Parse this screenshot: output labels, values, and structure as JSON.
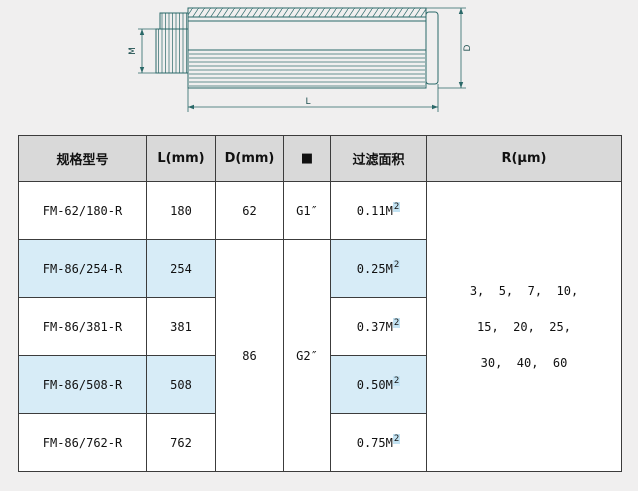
{
  "diagram": {
    "labels": {
      "m": "M",
      "d": "D",
      "l": "L"
    },
    "stroke_color": "#2a6868"
  },
  "table": {
    "headers": {
      "model": "规格型号",
      "length": "L(mm)",
      "diameter": "D(mm)",
      "thread": "■",
      "area": "过滤面积",
      "micron": "R(μm)"
    },
    "rows": [
      {
        "model": "FM-62/180-R",
        "length": "180",
        "area_base": "0.11M",
        "area_sup": "2"
      },
      {
        "model": "FM-86/254-R",
        "length": "254",
        "area_base": "0.25M",
        "area_sup": "2"
      },
      {
        "model": "FM-86/381-R",
        "length": "381",
        "area_base": "0.37M",
        "area_sup": "2"
      },
      {
        "model": "FM-86/508-R",
        "length": "508",
        "area_base": "0.50M",
        "area_sup": "2"
      },
      {
        "model": "FM-86/762-R",
        "length": "762",
        "area_base": "0.75M",
        "area_sup": "2"
      }
    ],
    "diameter_row1": "62",
    "diameter_merged": "86",
    "thread_row1": "G1″",
    "thread_merged": "G2″",
    "micron_lines": [
      "3,  5,  7,  10,",
      "15,  20,  25,",
      "30,  40,  60"
    ]
  },
  "colors": {
    "page_bg": "#f0efef",
    "header_bg": "#d9d9d9",
    "alt_row_bg": "#d7ecf7",
    "sup_bg": "#c3e3f3",
    "border": "#3c3c3c",
    "drawing": "#2a6868"
  }
}
